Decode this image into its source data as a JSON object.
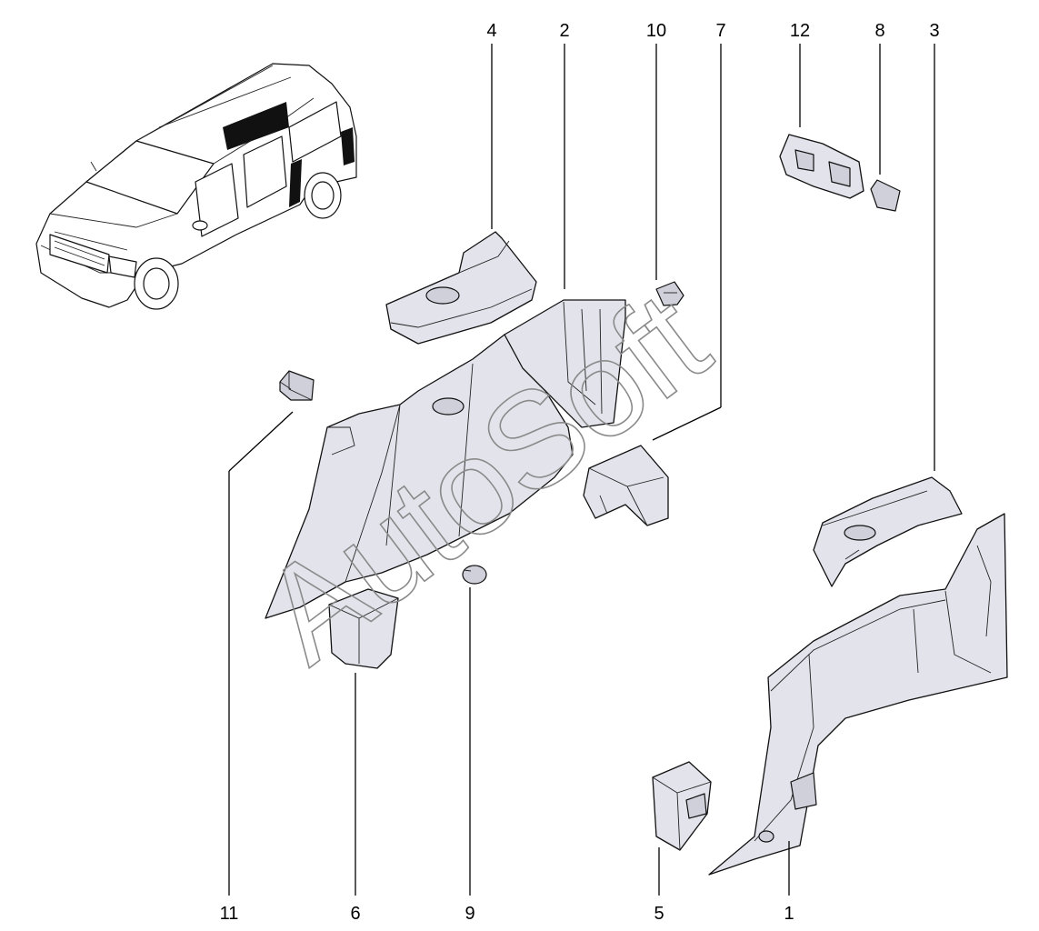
{
  "callouts": {
    "p1": "1",
    "p2": "2",
    "p3": "3",
    "p4": "4",
    "p5": "5",
    "p6": "6",
    "p7": "7",
    "p8": "8",
    "p9": "9",
    "p10": "10",
    "p11": "11",
    "p12": "12"
  },
  "watermark": "AutoSoft",
  "colors": {
    "part_fill": "#e3e3ec",
    "outline": "#111111",
    "watermark": "#8a8a8a"
  }
}
